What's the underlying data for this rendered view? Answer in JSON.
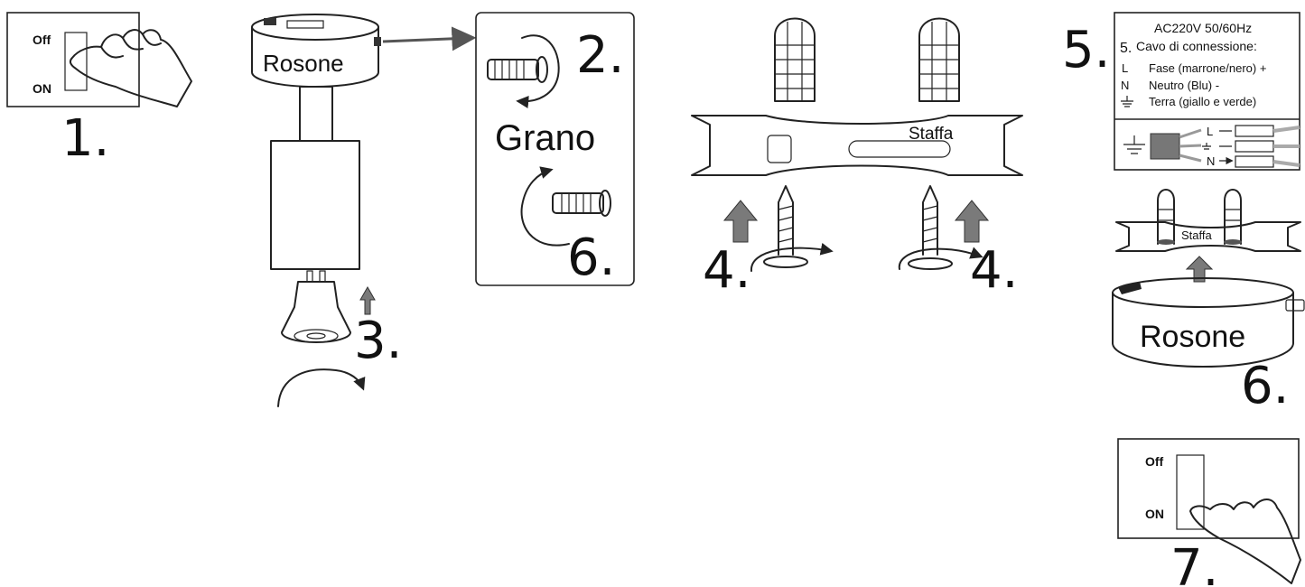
{
  "step1": {
    "number": "1.",
    "switch_off": "Off",
    "switch_on": "ON"
  },
  "step2": {
    "number": "2.",
    "part_name": "Grano",
    "canopy_label": "Rosone"
  },
  "step3": {
    "number": "3."
  },
  "step4": {
    "number_left": "4.",
    "number_right": "4.",
    "bracket_label": "Staffa"
  },
  "step5": {
    "number": "5.",
    "voltage": "AC220V  50/60Hz",
    "panel_number": "5.",
    "panel_title": "Cavo di connessione:",
    "wires": [
      {
        "code": "L",
        "text": "Fase (marrone/nero) +"
      },
      {
        "code": "N",
        "text": "Neutro (Blu) -"
      },
      {
        "code": "",
        "text": "Terra (giallo e verde)"
      }
    ],
    "terminal_labels": [
      "L",
      "N"
    ]
  },
  "step6": {
    "number_mount": "6.",
    "number_screw": "6.",
    "bracket_label": "Staffa",
    "canopy_label": "Rosone"
  },
  "step7": {
    "number": "7.",
    "switch_off": "Off",
    "switch_on": "ON"
  },
  "colors": {
    "line": "#222222",
    "arrow_fill": "#7a7a7a",
    "background": "#ffffff"
  }
}
